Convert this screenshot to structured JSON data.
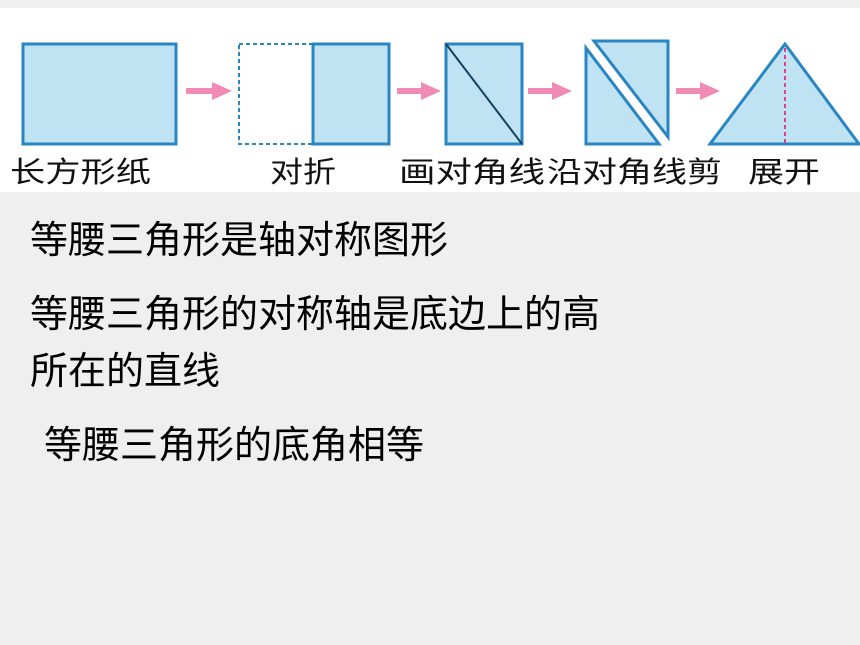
{
  "diagram": {
    "steps": [
      "长方形纸",
      "对折",
      "画对角线",
      "沿对角线剪",
      "展开"
    ],
    "colors": {
      "fill": "#bfe3f3",
      "stroke": "#2a86c2",
      "arrow": "#f08bb6",
      "axis": "#e0408a",
      "diagonal": "#15405f"
    }
  },
  "statements": {
    "s1": "等腰三角形是轴对称图形",
    "s2_line1": "等腰三角形的对称轴是底边上的高",
    "s2_line2": "所在的直线",
    "s3": "等腰三角形的底角相等"
  }
}
